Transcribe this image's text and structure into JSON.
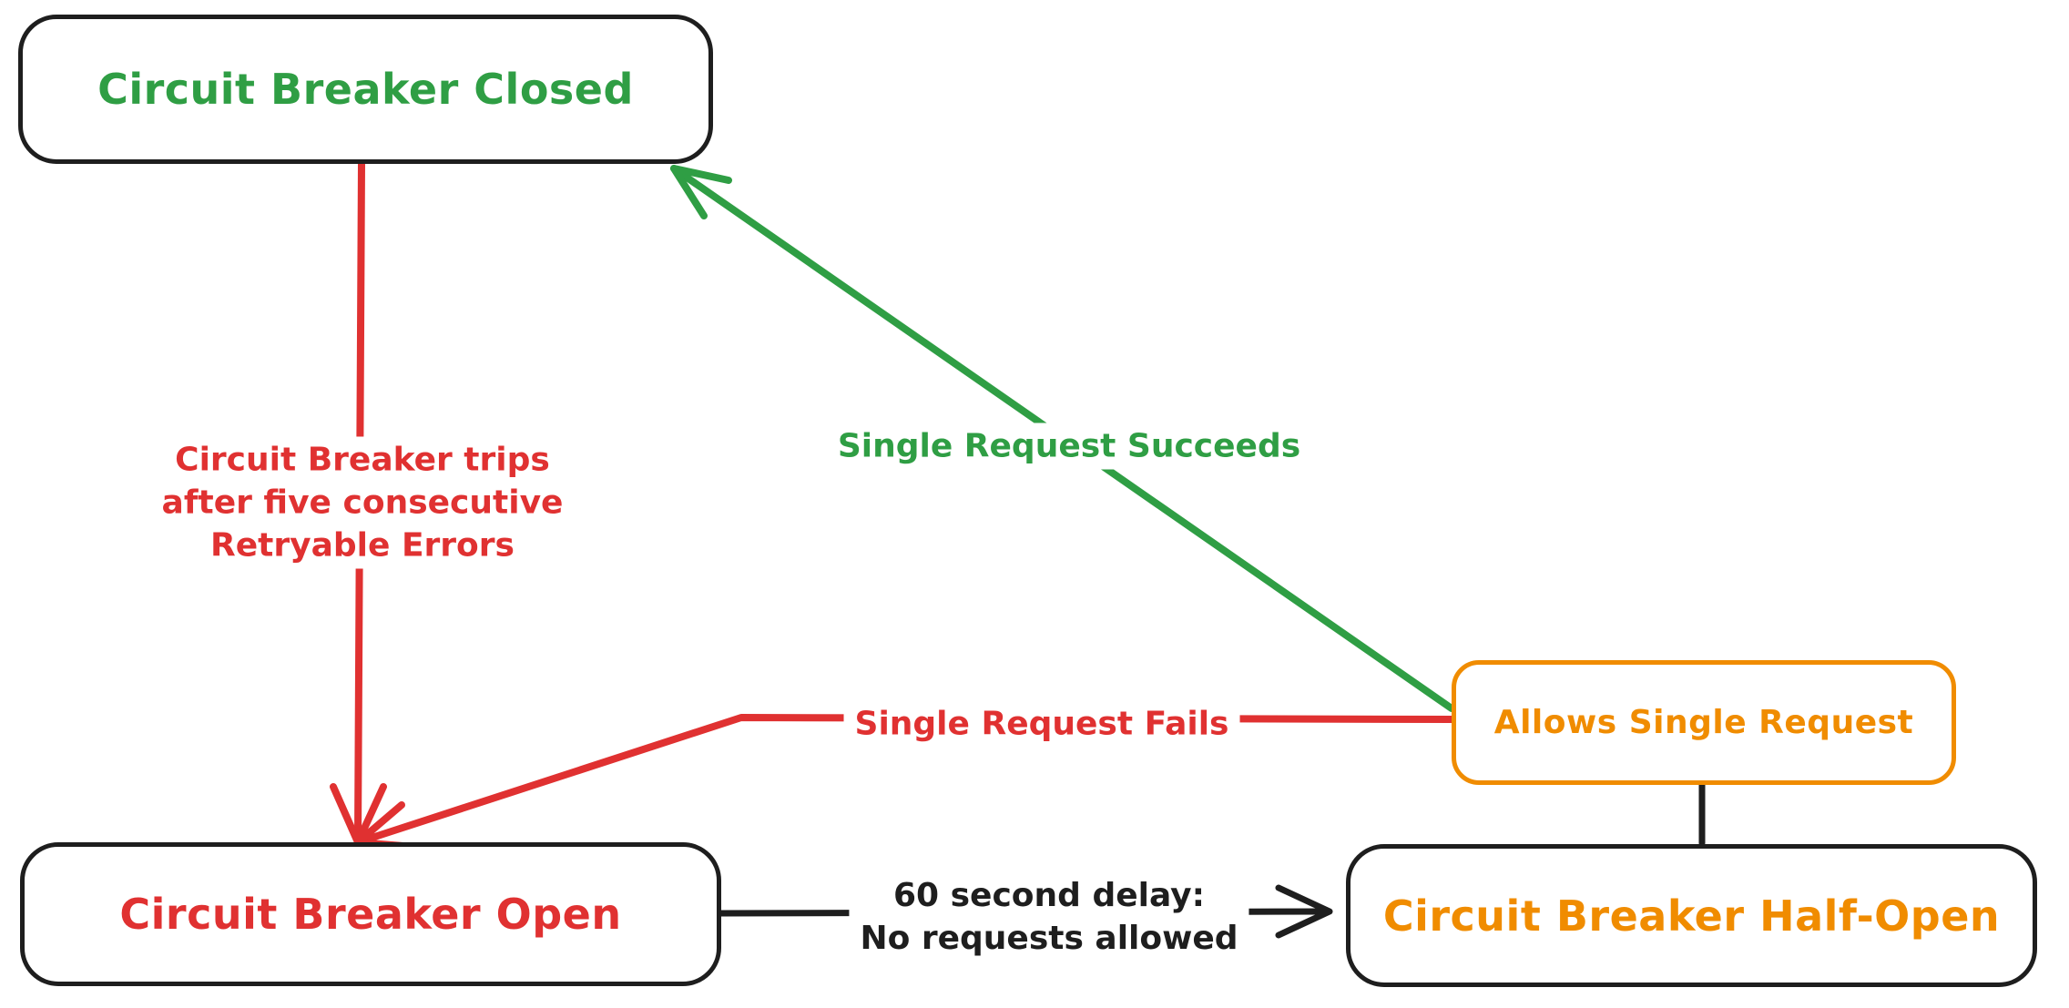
{
  "diagram": {
    "type": "state-diagram",
    "subject": "circuit-breaker-pattern",
    "background": "#ffffff"
  },
  "colors": {
    "stroke_black": "#1e1e1e",
    "state_closed_green": "#2f9e44",
    "state_open_red": "#e03131",
    "state_halfopen_orange": "#f08c00"
  },
  "nodes": {
    "closed": {
      "label": "Circuit Breaker Closed",
      "text_color": "#2f9e44",
      "border_color": "#1e1e1e"
    },
    "open": {
      "label": "Circuit Breaker Open",
      "text_color": "#e03131",
      "border_color": "#1e1e1e"
    },
    "half_open": {
      "label": "Circuit Breaker Half-Open",
      "text_color": "#f08c00",
      "border_color": "#1e1e1e"
    },
    "allows_single_request": {
      "label": "Allows Single Request",
      "text_color": "#f08c00",
      "border_color": "#f08c00"
    }
  },
  "edges": {
    "trips": {
      "from": "closed",
      "to": "open",
      "color": "#e03131",
      "lines": [
        "Circuit Breaker trips",
        "after five consecutive",
        "Retryable Errors"
      ]
    },
    "succeeds": {
      "from": "allows_single_request",
      "to": "closed",
      "color": "#2f9e44",
      "label": "Single Request Succeeds"
    },
    "fails": {
      "from": "allows_single_request",
      "to": "open",
      "color": "#e03131",
      "label": "Single Request Fails"
    },
    "delay": {
      "from": "open",
      "to": "half_open",
      "color": "#1e1e1e",
      "lines": [
        "60 second delay:",
        "No requests allowed"
      ]
    },
    "half_open_connector": {
      "from": "half_open",
      "to": "allows_single_request",
      "color": "#1e1e1e",
      "label": ""
    }
  }
}
